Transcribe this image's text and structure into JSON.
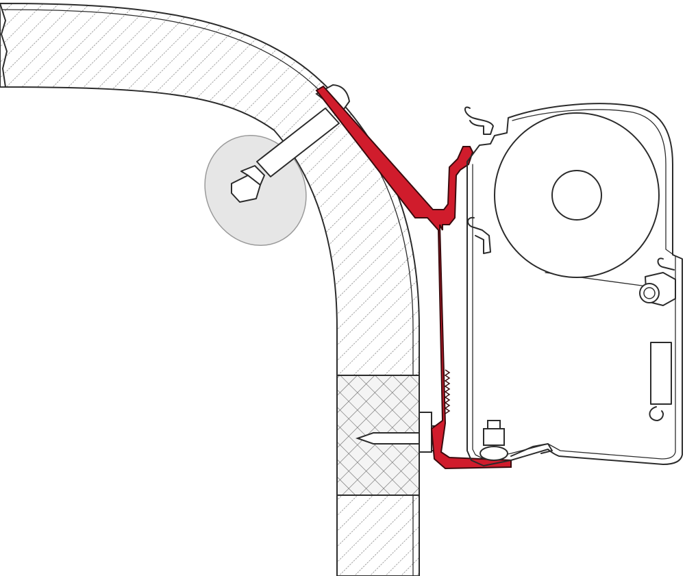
{
  "diagram": {
    "type": "technical-cross-section",
    "colors": {
      "background": "#ffffff",
      "line": "#2b2b2b",
      "bracket_fill": "#d01c2c",
      "wall_fill": "#ffffff",
      "hatch": "#8a8a8a",
      "washer_fill": "#e6e6e6",
      "block_fill": "#f4f4f4"
    },
    "parts": [
      {
        "id": "wall-section",
        "icon": "hatched-curved-wall"
      },
      {
        "id": "insulation-block",
        "icon": "crosshatch-block"
      },
      {
        "id": "adapter-bracket",
        "icon": "red-bracket"
      },
      {
        "id": "roof-bolt",
        "icon": "bolt-through-wall"
      },
      {
        "id": "backing-washer",
        "icon": "grey-washer"
      },
      {
        "id": "wall-screw",
        "icon": "screw"
      },
      {
        "id": "awning-cassette",
        "icon": "cassette-profile"
      },
      {
        "id": "fabric-roller",
        "icon": "roller-circle"
      },
      {
        "id": "roller-axle",
        "icon": "axle-circle"
      },
      {
        "id": "mounting-nut",
        "icon": "hex-nut"
      }
    ]
  }
}
